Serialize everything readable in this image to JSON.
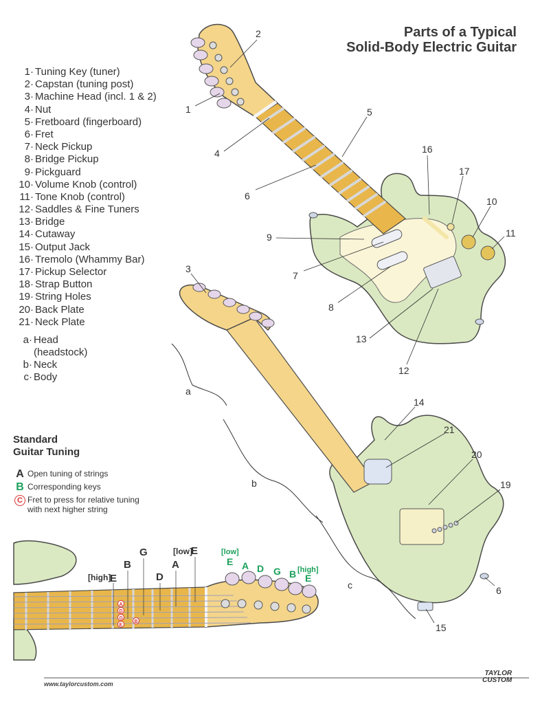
{
  "title": {
    "line1": "Parts of a Typical",
    "line2": "Solid-Body Electric Guitar"
  },
  "parts": [
    {
      "num": "1",
      "label": "Tuning Key (tuner)"
    },
    {
      "num": "2",
      "label": "Capstan (tuning post)"
    },
    {
      "num": "3",
      "label": "Machine Head (incl. 1 & 2)"
    },
    {
      "num": "4",
      "label": "Nut"
    },
    {
      "num": "5",
      "label": "Fretboard (fingerboard)"
    },
    {
      "num": "6",
      "label": "Fret"
    },
    {
      "num": "7",
      "label": "Neck Pickup"
    },
    {
      "num": "8",
      "label": "Bridge Pickup"
    },
    {
      "num": "9",
      "label": "Pickguard"
    },
    {
      "num": "10",
      "label": "Volume Knob (control)"
    },
    {
      "num": "11",
      "label": "Tone Knob (control)"
    },
    {
      "num": "12",
      "label": "Saddles & Fine Tuners"
    },
    {
      "num": "13",
      "label": "Bridge"
    },
    {
      "num": "14",
      "label": "Cutaway"
    },
    {
      "num": "15",
      "label": "Output Jack"
    },
    {
      "num": "16",
      "label": "Tremolo (Whammy Bar)"
    },
    {
      "num": "17",
      "label": "Pickup Selector"
    },
    {
      "num": "18",
      "label": "Strap Button"
    },
    {
      "num": "19",
      "label": "String Holes"
    },
    {
      "num": "20",
      "label": "Back Plate"
    },
    {
      "num": "21",
      "label": "Neck Plate"
    }
  ],
  "sections": [
    {
      "letter": "a",
      "label": "Head\n(headstock)"
    },
    {
      "letter": "b",
      "label": "Neck"
    },
    {
      "letter": "c",
      "label": "Body"
    }
  ],
  "tuning": {
    "title": "Standard\nGuitar Tuning",
    "legend": [
      {
        "key": "A",
        "text": "Open tuning of strings"
      },
      {
        "key": "B",
        "text": "Corresponding keys"
      },
      {
        "key": "C",
        "text": "Fret to press for relative tuning\nwith next higher string"
      }
    ],
    "open_strings": [
      "E",
      "B",
      "G",
      "D",
      "A",
      "E"
    ],
    "string_tags": {
      "high": "[high]",
      "low": "[low]"
    },
    "key_labels": [
      "E",
      "A",
      "D",
      "G",
      "B",
      "E"
    ],
    "fret_markers": [
      "A",
      "D",
      "G",
      "E",
      "B"
    ]
  },
  "callouts": [
    "1",
    "2",
    "3",
    "4",
    "5",
    "6",
    "7",
    "8",
    "9",
    "10",
    "11",
    "12",
    "13",
    "14",
    "15",
    "16",
    "17",
    "19",
    "20",
    "21",
    "6",
    "a",
    "b",
    "c"
  ],
  "colors": {
    "body": "#dbe9c2",
    "wood": "#f4d58a",
    "fretboard": "#e8b64a",
    "pickguard": "#fbf5d8",
    "tuner": "#e6d6ea",
    "green_key": "#1aa05a",
    "red_fret": "#d33333",
    "text": "#333333"
  },
  "footer": {
    "url": "www.taylorcustom.com",
    "logo_line1": "TAYLOR",
    "logo_line2": "CUSTOM"
  }
}
